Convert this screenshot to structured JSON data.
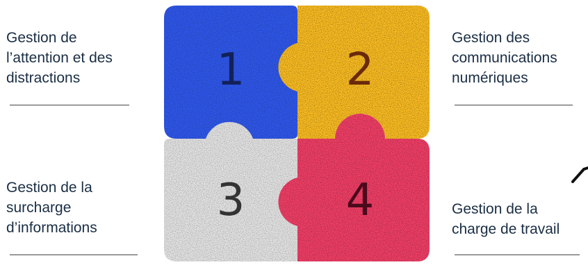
{
  "topics": [
    {
      "number": "1",
      "lines": [
        "Gestion de",
        "l’attention et des",
        "distractions"
      ],
      "color": "#2f57e9"
    },
    {
      "number": "2",
      "lines": [
        "Gestion des",
        "communications",
        "numériques"
      ],
      "color": "#fbbd22"
    },
    {
      "number": "3",
      "lines": [
        "Gestion de la",
        "surcharge",
        "d’informations"
      ],
      "color": "#e3e3e3"
    },
    {
      "number": "4",
      "lines": [
        "Gestion de la",
        "charge de travail"
      ],
      "color": "#f23f67"
    }
  ]
}
